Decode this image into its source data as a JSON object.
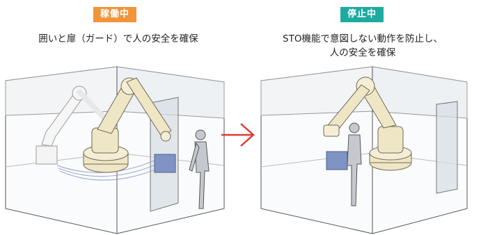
{
  "left": {
    "badge": "稼働中",
    "caption": "囲いと扉（ガード）で人の安全を確保"
  },
  "right": {
    "badge": "停止中",
    "caption_line1": "STO機能で意図しない動作を防止し、",
    "caption_line2": "人の安全を確保"
  },
  "colors": {
    "running": "#f0953a",
    "stopped": "#1faaa0",
    "arrow": "#e23a32",
    "robot": "#efe6c6",
    "robot_stroke": "#6e6a5a",
    "enclosure": "#c9d0d6"
  }
}
